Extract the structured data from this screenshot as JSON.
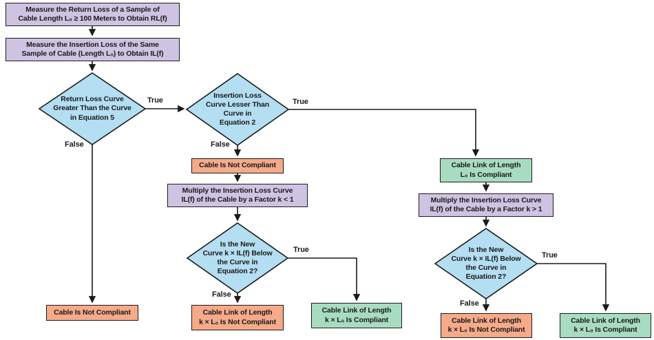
{
  "colors": {
    "proc": "#cfc3e3",
    "decision": "#b4def1",
    "fail": "#f5aa8a",
    "pass": "#a8dcc0",
    "line": "#1a1a1a",
    "bg": "#ffffff"
  },
  "edge_labels": {
    "true": "True",
    "false": "False"
  },
  "nodes": {
    "measure_return_loss": "Measure the Return Loss of a Sample of\nCable Length L₀ ≥ 100 Meters to Obtain RL(f)",
    "measure_insertion_loss": "Measure the Insertion Loss of the Same\nSample of Cable (Length L₀) to Obtain IL(f)",
    "return_loss_check": "Return Loss Curve\nGreater Than the Curve\nin Equation 5",
    "insertion_loss_check": "Insertion Loss\nCurve Lesser Than\nCurve in\nEquation 2",
    "cable_not_compliant_mid": "Cable Is Not Compliant",
    "multiply_k_lt_1": "Multiply the Insertion Loss Curve\nIL(f) of the Cable by a Factor k < 1",
    "new_curve_check_mid": "Is the New\nCurve k × IL(f) Below\nthe Curve in\nEquation 2?",
    "cable_not_compliant_left": "Cable Is Not Compliant",
    "link_not_compliant_mid": "Cable Link of Length\nk × L₀ Is Not Compliant",
    "link_compliant_mid": "Cable Link of Length\nk × L₀ Is Compliant",
    "link_l0_compliant": "Cable Link of Length\nL₀ Is Compliant",
    "multiply_k_gt_1": "Multiply the Insertion Loss Curve\nIL(f) of the Cable by a Factor k > 1",
    "new_curve_check_right": "Is the New\nCurve k × IL(f) Below\nthe Curve in\nEquation 2?",
    "link_not_compliant_right": "Cable Link of Length\nk × L₀ Is Not Compliant",
    "link_compliant_right": "Cable Link of Length\nk × L₀ Is Compliant"
  }
}
